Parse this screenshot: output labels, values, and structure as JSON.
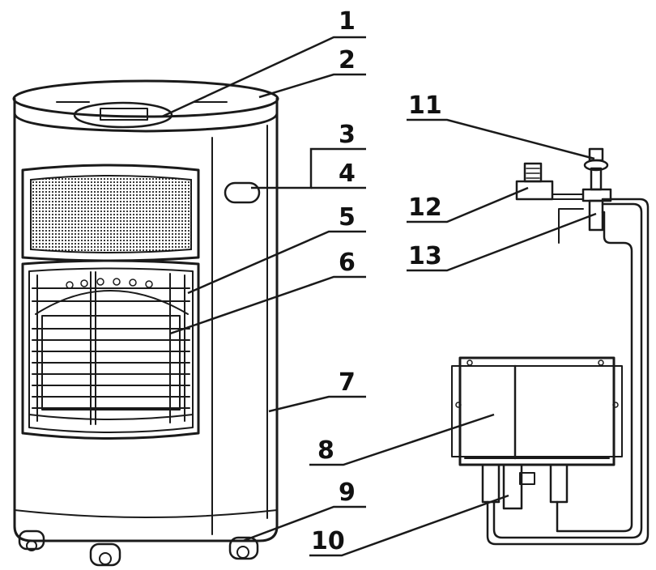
{
  "diagram": {
    "parts": [
      {
        "number": "1"
      },
      {
        "number": "2"
      },
      {
        "number": "3"
      },
      {
        "number": "4"
      },
      {
        "number": "5"
      },
      {
        "number": "6"
      },
      {
        "number": "7"
      },
      {
        "number": "8"
      },
      {
        "number": "9"
      },
      {
        "number": "10"
      },
      {
        "number": "11"
      },
      {
        "number": "12"
      },
      {
        "number": "13"
      }
    ],
    "colors": {
      "line": "#1a1a1a",
      "background": "#ffffff",
      "grille": "#555555"
    }
  }
}
